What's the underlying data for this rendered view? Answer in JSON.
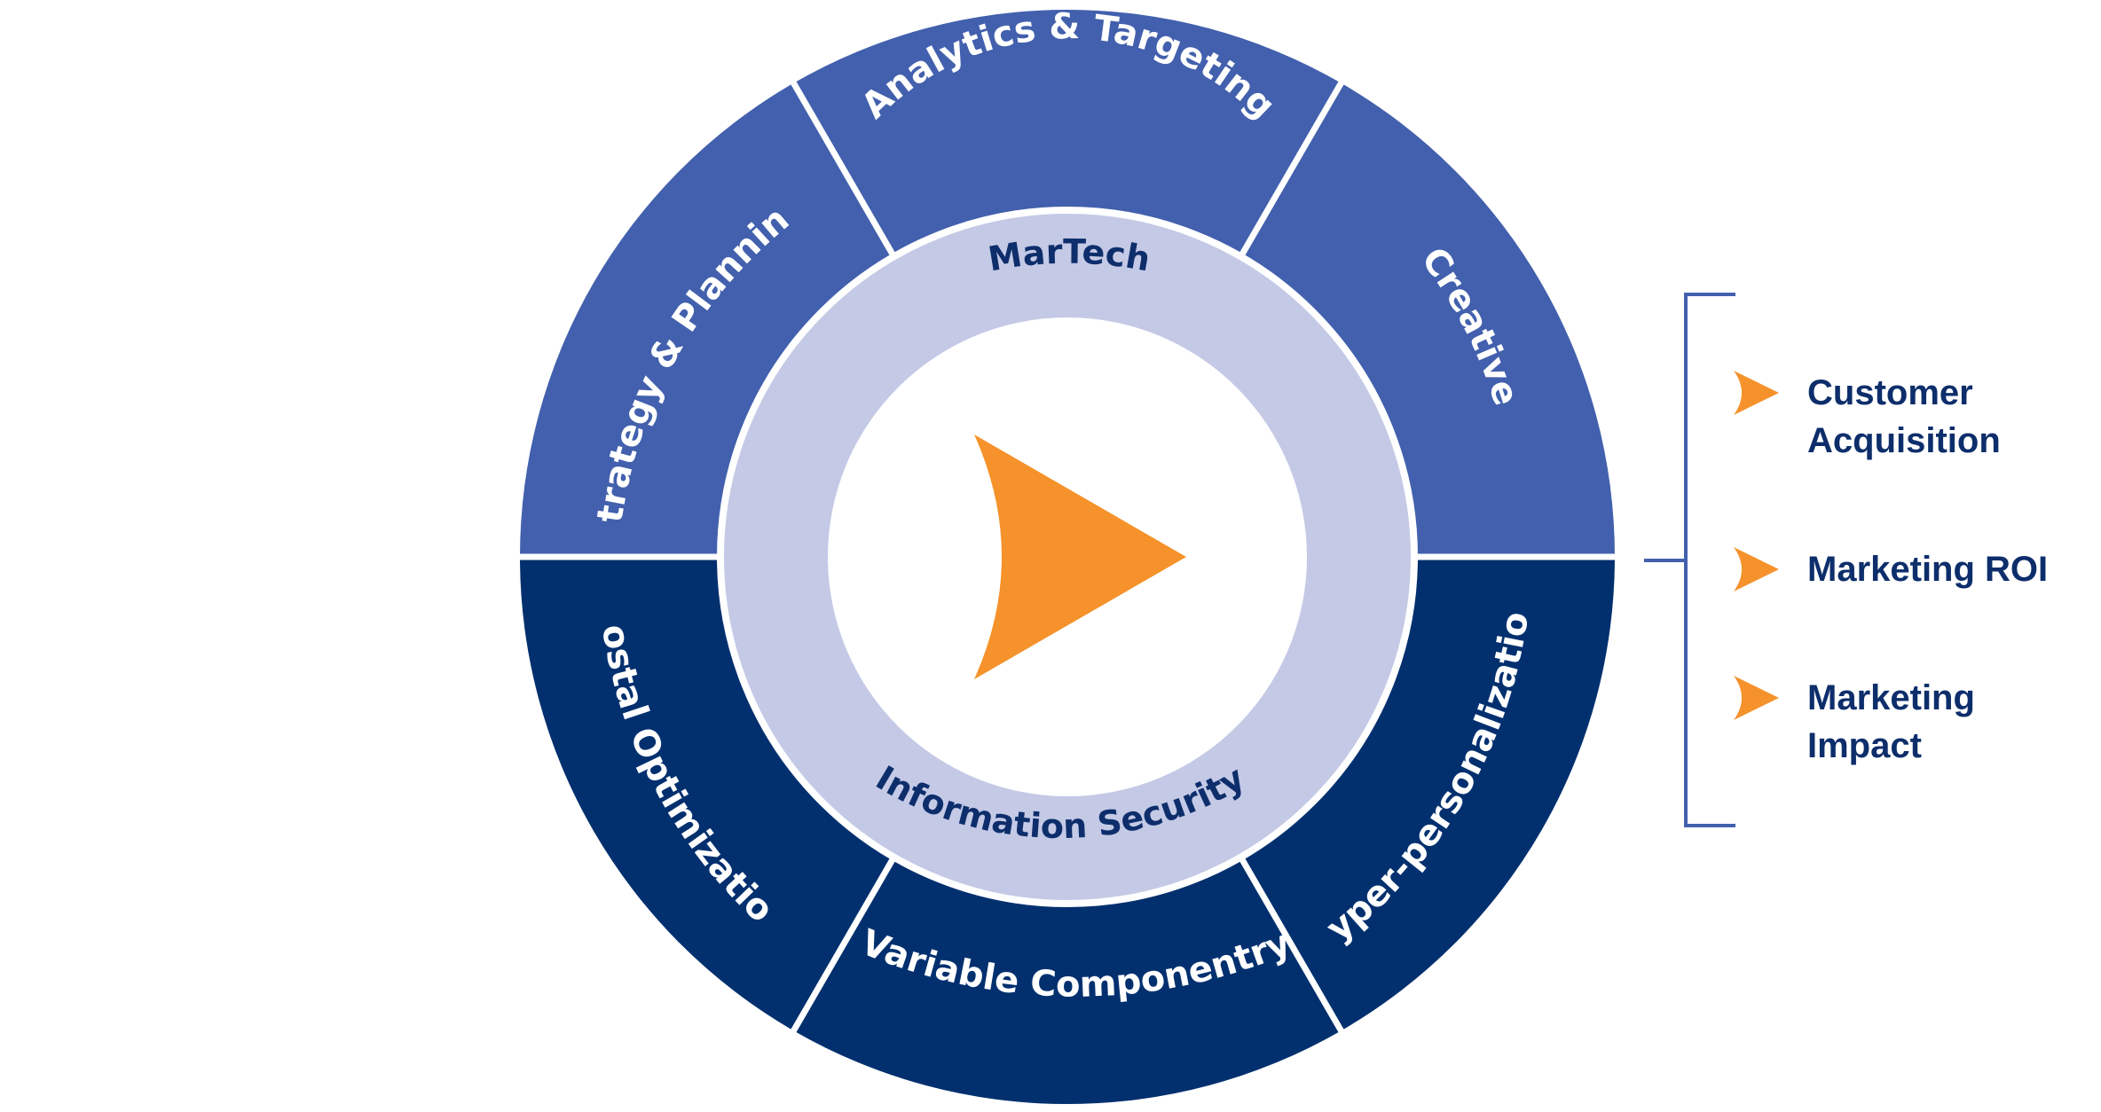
{
  "colors": {
    "upper_segment": "#4260AD",
    "lower_segment": "#02306F",
    "ring": "#C4C9E6",
    "center": "#FFFFFF",
    "accent_arrow": "#F5922B",
    "label_dark": "#0D2E6B",
    "bracket": "#4260AD"
  },
  "wheel": {
    "segments": [
      {
        "id": "strategy",
        "label": "Strategy & Planning",
        "half": "upper"
      },
      {
        "id": "analytics",
        "label": "Analytics & Targeting",
        "half": "upper"
      },
      {
        "id": "creative",
        "label": "Creative",
        "half": "upper"
      },
      {
        "id": "hyper",
        "label": "Hyper-personalization",
        "half": "lower"
      },
      {
        "id": "variable",
        "label": "Variable Componentry",
        "half": "lower"
      },
      {
        "id": "postal",
        "label": "Postal Optimization",
        "half": "lower"
      }
    ],
    "ring_top_label": "MarTech",
    "ring_bottom_label": "Information Security",
    "center_icon": "play-arrow-icon"
  },
  "outcomes": {
    "items": [
      {
        "lines": [
          "Customer",
          "Acquisition"
        ],
        "icon": "orange-arrow-icon"
      },
      {
        "lines": [
          "Marketing ROI"
        ],
        "icon": "orange-arrow-icon"
      },
      {
        "lines": [
          "Marketing",
          "Impact"
        ],
        "icon": "orange-arrow-icon"
      }
    ]
  }
}
